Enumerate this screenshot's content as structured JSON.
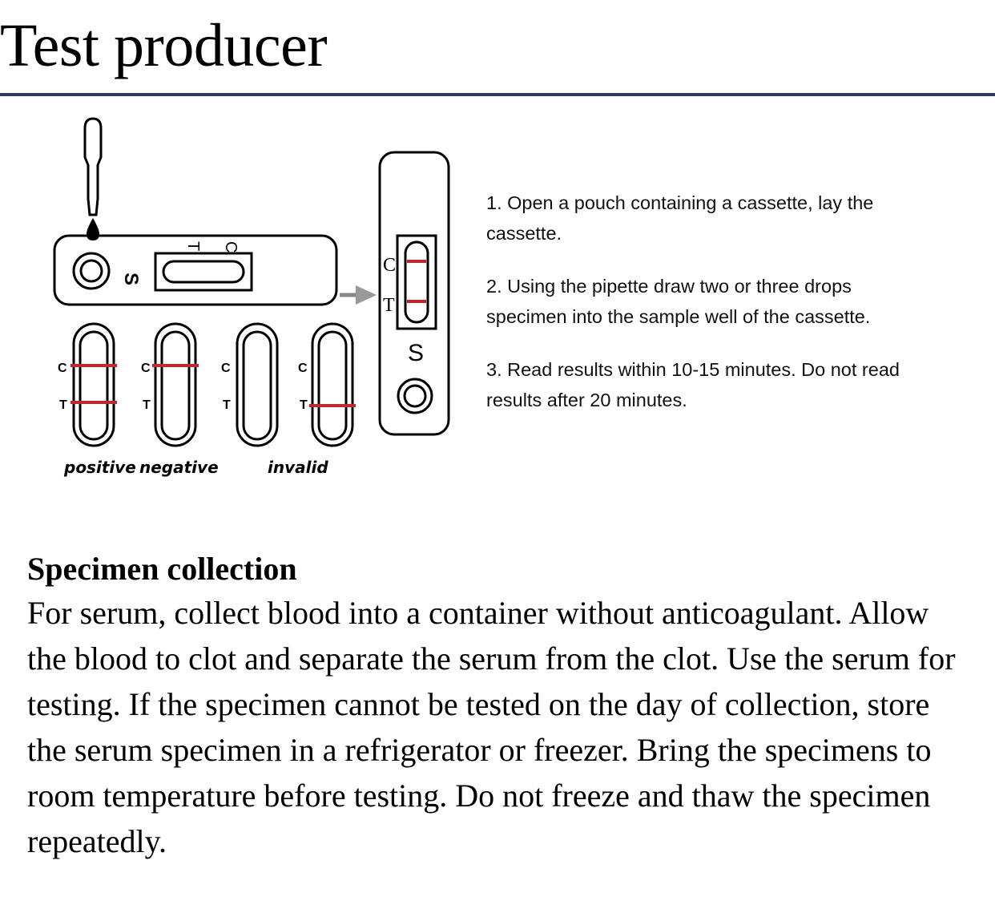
{
  "page": {
    "title": "Test producer",
    "rule_color": "#2e3a66"
  },
  "diagram": {
    "cassette_horizontal": {
      "sample_label": "S",
      "control_label": "C",
      "test_label": "T"
    },
    "cassette_vertical": {
      "control_label": "C",
      "test_label": "T",
      "sample_label": "S"
    },
    "results": [
      {
        "c": "C",
        "t": "T"
      },
      {
        "c": "C",
        "t": "T"
      },
      {
        "c": "C",
        "t": "T"
      },
      {
        "c": "C",
        "t": "T"
      }
    ],
    "result_labels": {
      "positive": "positive",
      "negative": "negative",
      "invalid": "invalid"
    },
    "line_color": "#c0282d"
  },
  "steps": [
    "1. Open a pouch containing a cassette, lay the cassette.",
    "2. Using the pipette draw two or three drops specimen into the sample well of the cassette.",
    "3. Read results within 10-15 minutes. Do not read results after 20 minutes."
  ],
  "section": {
    "heading": "Specimen collection",
    "body": "For serum, collect blood into a container without anticoagulant. Allow the blood to clot and separate the serum from the clot. Use the serum for testing. If the specimen cannot be tested on the day of collection, store the serum specimen in a refrigerator or freezer. Bring the specimens to room temperature before testing. Do not freeze and thaw the specimen repeatedly."
  }
}
